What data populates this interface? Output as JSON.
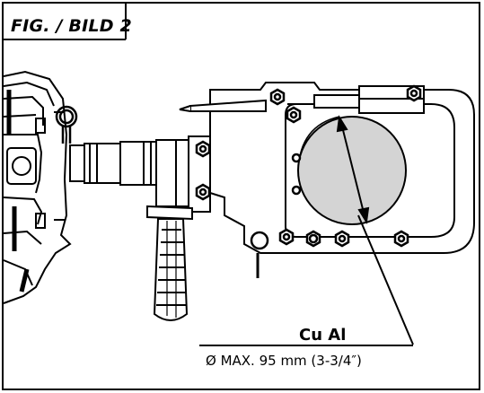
{
  "figure": {
    "label": "FIG. / BILD 2"
  },
  "annotation": {
    "materials": "Cu  Al",
    "capacity": "Ø MAX. 95 mm  (3-3/4″)"
  },
  "colors": {
    "line": "#000000",
    "background": "#ffffff",
    "cut_zone": "#d4d4d4"
  }
}
